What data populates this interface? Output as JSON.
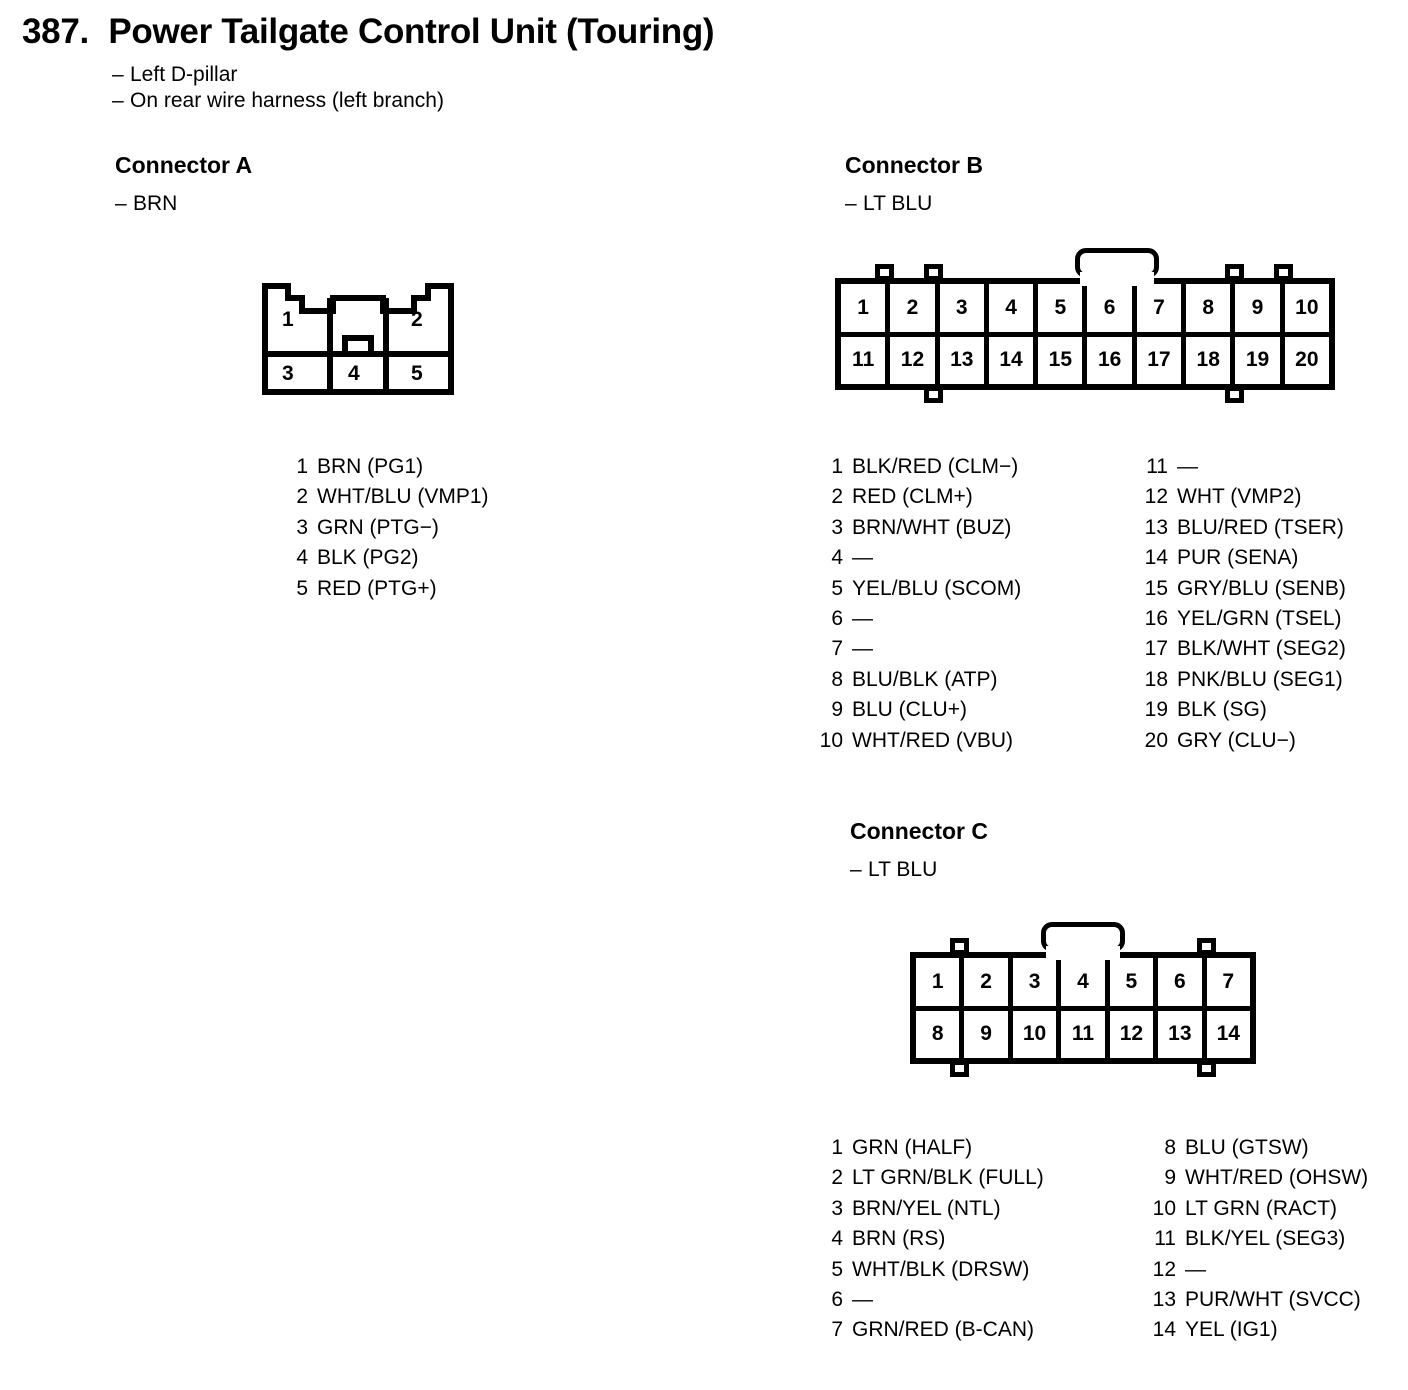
{
  "document": {
    "section_number": "387.",
    "title": "Power Tailgate Control Unit (Touring)",
    "notes": [
      "Left D-pillar",
      "On rear wire harness (left branch)"
    ],
    "empty_pin_marker": "—"
  },
  "connectors": [
    {
      "heading": "Connector A",
      "color": "BRN",
      "pin_count": 5,
      "layout": "2-over-3",
      "cells_top": [
        "1",
        "2"
      ],
      "cells_bottom": [
        "3",
        "4",
        "5"
      ],
      "pins_left": [
        {
          "num": "1",
          "label": "BRN (PG1)"
        },
        {
          "num": "2",
          "label": "WHT/BLU (VMP1)"
        },
        {
          "num": "3",
          "label": "GRN (PTG−)"
        },
        {
          "num": "4",
          "label": "BLK (PG2)"
        },
        {
          "num": "5",
          "label": "RED (PTG+)"
        }
      ],
      "pins_right": []
    },
    {
      "heading": "Connector B",
      "color": "LT BLU",
      "pin_count": 20,
      "layout": "10x2",
      "cells_top": [
        "1",
        "2",
        "3",
        "4",
        "5",
        "6",
        "7",
        "8",
        "9",
        "10"
      ],
      "cells_bottom": [
        "11",
        "12",
        "13",
        "14",
        "15",
        "16",
        "17",
        "18",
        "19",
        "20"
      ],
      "pins_left": [
        {
          "num": "1",
          "label": "BLK/RED (CLM−)"
        },
        {
          "num": "2",
          "label": "RED (CLM+)"
        },
        {
          "num": "3",
          "label": "BRN/WHT (BUZ)"
        },
        {
          "num": "4",
          "label": "—"
        },
        {
          "num": "5",
          "label": "YEL/BLU (SCOM)"
        },
        {
          "num": "6",
          "label": "—"
        },
        {
          "num": "7",
          "label": "—"
        },
        {
          "num": "8",
          "label": "BLU/BLK (ATP)"
        },
        {
          "num": "9",
          "label": "BLU (CLU+)"
        },
        {
          "num": "10",
          "label": "WHT/RED (VBU)"
        }
      ],
      "pins_right": [
        {
          "num": "11",
          "label": "—"
        },
        {
          "num": "12",
          "label": "WHT (VMP2)"
        },
        {
          "num": "13",
          "label": "BLU/RED (TSER)"
        },
        {
          "num": "14",
          "label": "PUR (SENA)"
        },
        {
          "num": "15",
          "label": "GRY/BLU (SENB)"
        },
        {
          "num": "16",
          "label": "YEL/GRN (TSEL)"
        },
        {
          "num": "17",
          "label": "BLK/WHT (SEG2)"
        },
        {
          "num": "18",
          "label": "PNK/BLU (SEG1)"
        },
        {
          "num": "19",
          "label": "BLK (SG)"
        },
        {
          "num": "20",
          "label": "GRY (CLU−)"
        }
      ]
    },
    {
      "heading": "Connector C",
      "color": "LT BLU",
      "pin_count": 14,
      "layout": "7x2",
      "cells_top": [
        "1",
        "2",
        "3",
        "4",
        "5",
        "6",
        "7"
      ],
      "cells_bottom": [
        "8",
        "9",
        "10",
        "11",
        "12",
        "13",
        "14"
      ],
      "pins_left": [
        {
          "num": "1",
          "label": "GRN (HALF)"
        },
        {
          "num": "2",
          "label": "LT GRN/BLK (FULL)"
        },
        {
          "num": "3",
          "label": "BRN/YEL (NTL)"
        },
        {
          "num": "4",
          "label": "BRN (RS)"
        },
        {
          "num": "5",
          "label": "WHT/BLK (DRSW)"
        },
        {
          "num": "6",
          "label": "—"
        },
        {
          "num": "7",
          "label": "GRN/RED (B-CAN)"
        }
      ],
      "pins_right": [
        {
          "num": "8",
          "label": "BLU (GTSW)"
        },
        {
          "num": "9",
          "label": "WHT/RED (OHSW)"
        },
        {
          "num": "10",
          "label": "LT GRN (RACT)"
        },
        {
          "num": "11",
          "label": "BLK/YEL (SEG3)"
        },
        {
          "num": "12",
          "label": "—"
        },
        {
          "num": "13",
          "label": "PUR/WHT (SVCC)"
        },
        {
          "num": "14",
          "label": "YEL (IG1)"
        }
      ]
    }
  ],
  "colors": {
    "ink": "#000000",
    "paper": "#ffffff"
  }
}
